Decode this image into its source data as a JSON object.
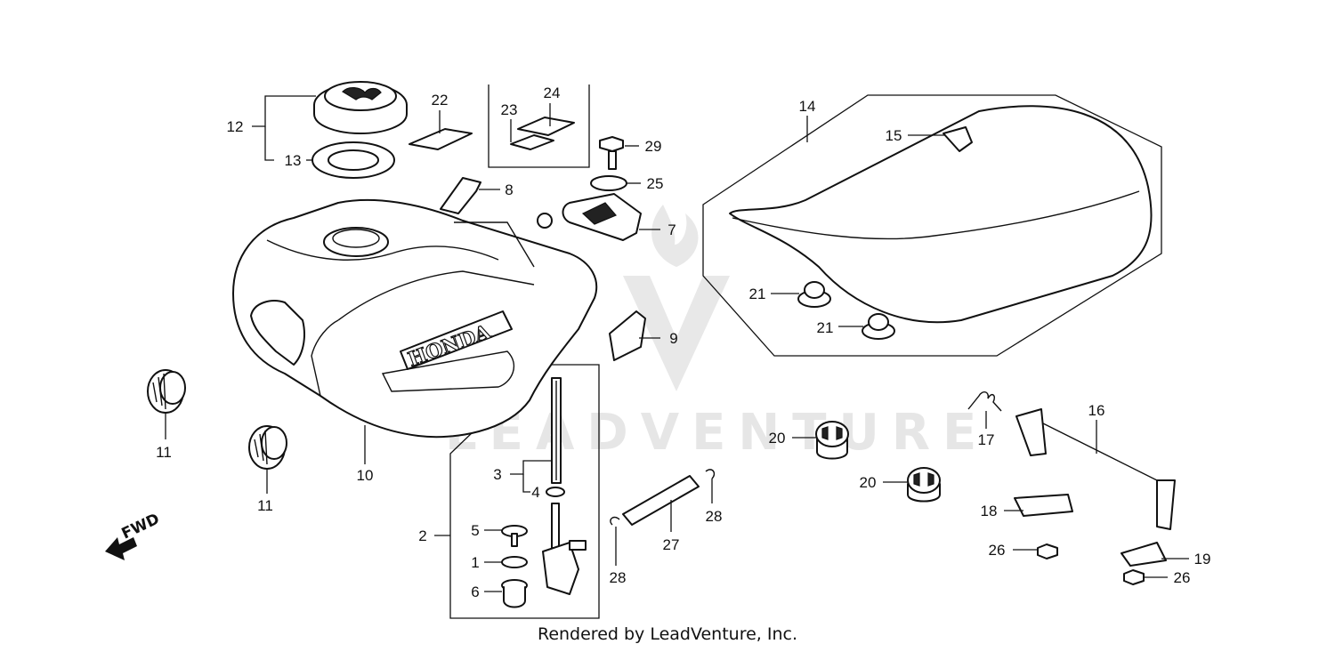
{
  "diagram": {
    "callouts": {
      "c1": "1",
      "c2": "2",
      "c3": "3",
      "c4": "4",
      "c5": "5",
      "c6": "6",
      "c7": "7",
      "c8": "8",
      "c9": "9",
      "c10": "10",
      "c11a": "11",
      "c11b": "11",
      "c12": "12",
      "c13": "13",
      "c14": "14",
      "c15": "15",
      "c16": "16",
      "c17": "17",
      "c18": "18",
      "c19": "19",
      "c20a": "20",
      "c20b": "20",
      "c21a": "21",
      "c21b": "21",
      "c22": "22",
      "c23": "23",
      "c24": "24",
      "c25": "25",
      "c26a": "26",
      "c26b": "26",
      "c27": "27",
      "c28a": "28",
      "c28b": "28",
      "c29": "29"
    },
    "tank_brand": "HONDA",
    "direction_label": "FWD",
    "watermark": "LEADVENTURE"
  },
  "footer": {
    "text": "Rendered by LeadVenture, Inc."
  }
}
